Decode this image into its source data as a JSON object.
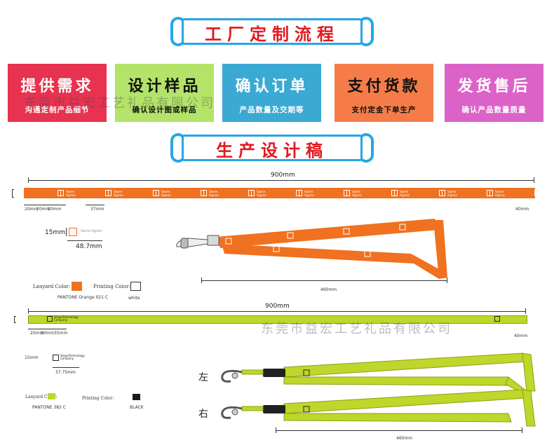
{
  "titles": {
    "process": "工厂定制流程",
    "design": "生产设计稿"
  },
  "steps": [
    {
      "title": "提供需求",
      "subtitle": "沟通定制产品细节",
      "color": "#e7334f"
    },
    {
      "title": "设计样品",
      "subtitle": "确认设计图或样品",
      "color": "#b3e368"
    },
    {
      "title": "确认订单",
      "subtitle": "产品数量及交期等",
      "color": "#3aa9d3"
    },
    {
      "title": "支付货款",
      "subtitle": "支付定金下单生产",
      "color": "#f57c48"
    },
    {
      "title": "发货售后",
      "subtitle": "确认产品数量质量",
      "color": "#db63c8"
    }
  ],
  "watermark": "东莞市益宏工艺礼品有限公司",
  "orange_design": {
    "length_label": "900mm",
    "brand_text": "Swire Agnes",
    "dims": [
      "20mm",
      "20mm",
      "20mm",
      "37mm",
      "40mm"
    ],
    "logo_height": "15mm",
    "logo_width": "48.7mm",
    "lanyard_color_label": "Lanyard Color:",
    "printing_color_label": "Printing Color:",
    "lanyard_pantone": "PANTONE Orange 021 C",
    "printing_name": "white",
    "lanyard_hex": "#f0711f",
    "printing_hex": "#ffffff",
    "hang_length": "460mm"
  },
  "green_design": {
    "length_label": "900mm",
    "brand_text": "ShapeTechnology Company",
    "dims": [
      "20mm",
      "20mm",
      "35mm",
      "40mm"
    ],
    "logo_height": "15mm",
    "logo_width": "37.75mm",
    "lanyard_color_label": "Lanyard Color:",
    "printing_color_label": "Printing Color:",
    "lanyard_pantone": "PANTONE 382 C",
    "printing_name": "BLACK",
    "lanyard_hex": "#bfd62a",
    "printing_hex": "#1a1a1a",
    "left_label": "左",
    "right_label": "右",
    "hang_length": "460mm"
  }
}
